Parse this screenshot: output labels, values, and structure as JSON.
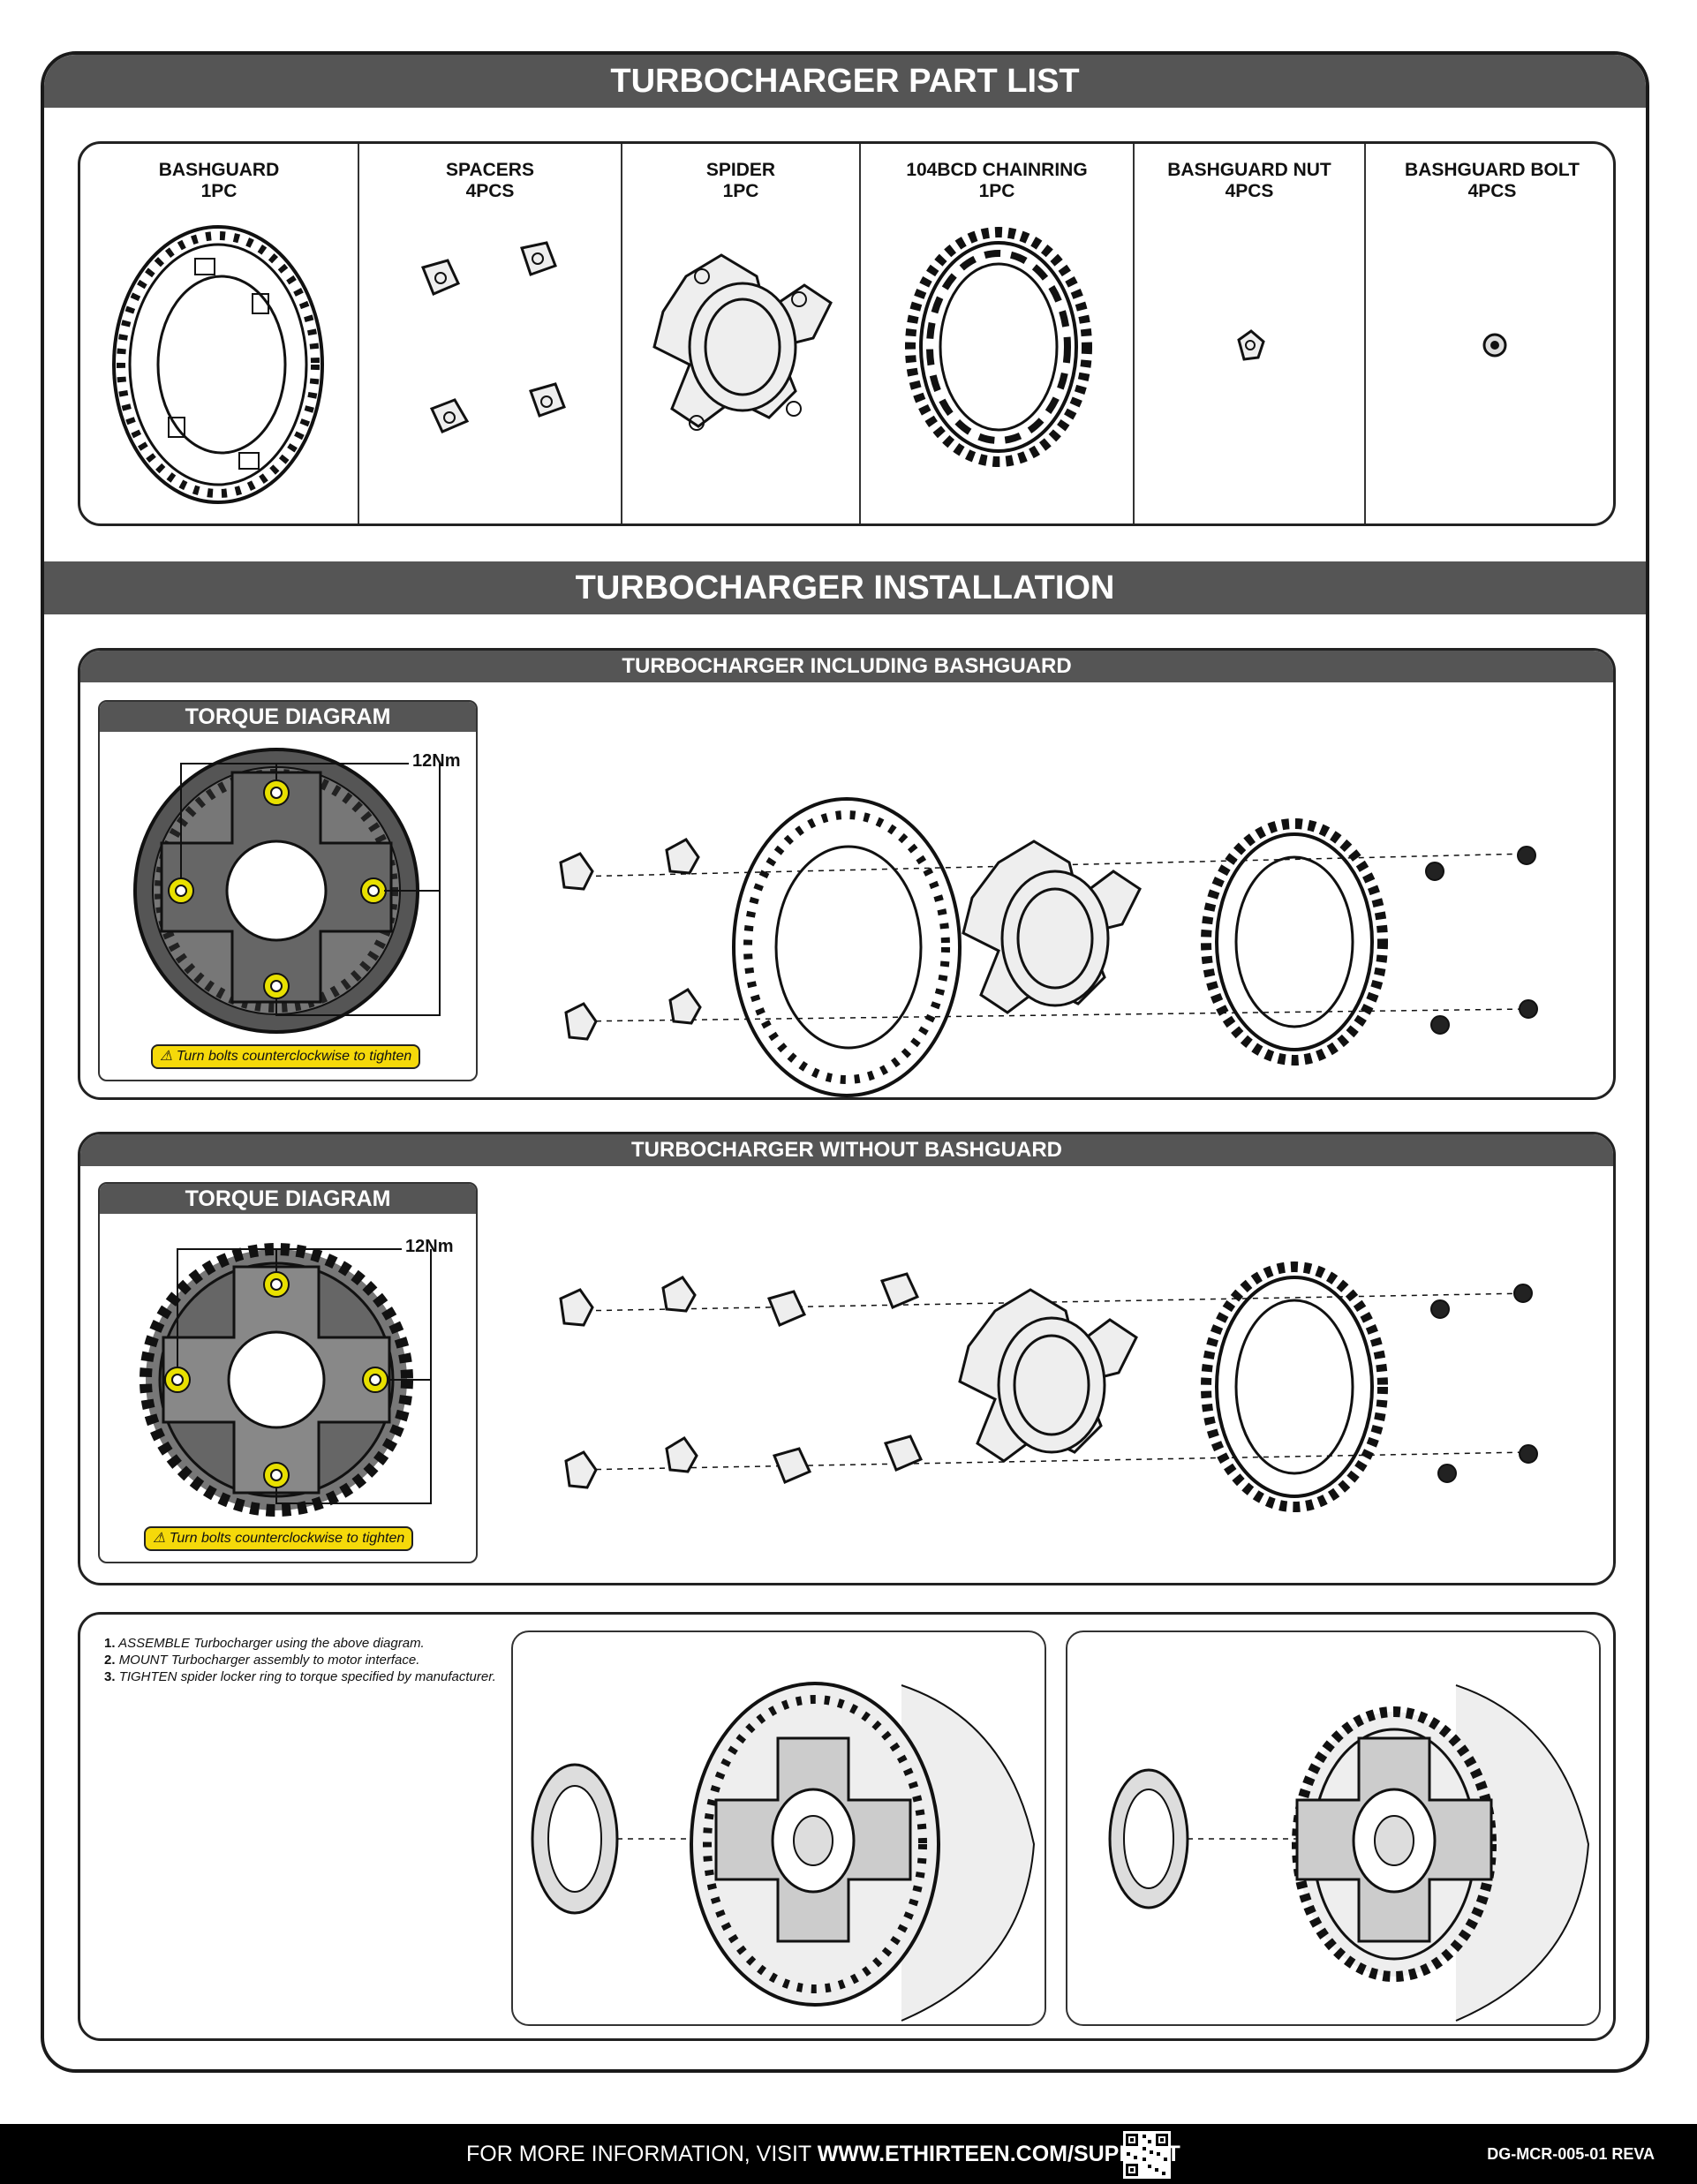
{
  "part_list": {
    "title": "TURBOCHARGER PART LIST",
    "parts": [
      {
        "name": "BASHGUARD",
        "qty": "1PC"
      },
      {
        "name": "SPACERS",
        "qty": "4PCS"
      },
      {
        "name": "SPIDER",
        "qty": "1PC"
      },
      {
        "name": "104BCD CHAINRING",
        "qty": "1PC"
      },
      {
        "name": "BASHGUARD NUT",
        "qty": "4PCS"
      },
      {
        "name": "BASHGUARD BOLT",
        "qty": "4PCS"
      }
    ]
  },
  "installation": {
    "title": "TURBOCHARGER INSTALLATION",
    "with_bashguard": {
      "title": "TURBOCHARGER INCLUDING BASHGUARD",
      "torque_title": "TORQUE DIAGRAM",
      "torque_value": "12Nm",
      "warning": "Turn bolts counterclockwise to tighten"
    },
    "without_bashguard": {
      "title": "TURBOCHARGER WITHOUT BASHGUARD",
      "torque_title": "TORQUE DIAGRAM",
      "torque_value": "12Nm",
      "warning": "Turn bolts counterclockwise to tighten"
    },
    "steps": [
      {
        "num": "1.",
        "verb": "ASSEMBLE",
        "text": "Turbocharger using the above diagram."
      },
      {
        "num": "2.",
        "verb": "MOUNT",
        "text": "Turbocharger assembly to motor interface."
      },
      {
        "num": "3.",
        "verb": "TIGHTEN",
        "text": "spider locker ring to torque specified by manufacturer."
      }
    ]
  },
  "footer": {
    "prefix": "FOR MORE INFORMATION, VISIT ",
    "url": "WWW.ETHIRTEEN.COM/SUPPORT",
    "doc_code": "DG-MCR-005-01 REVA"
  },
  "colors": {
    "bar": "#555555",
    "warning": "#f5d90a",
    "bolt_highlight": "#e8e000"
  }
}
